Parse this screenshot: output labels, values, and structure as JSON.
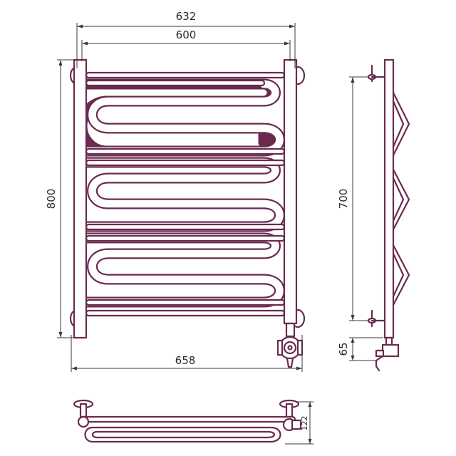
{
  "dimensions": {
    "outer_width": "632",
    "inner_width": "600",
    "total_height": "800",
    "total_width": "658",
    "mount_height": "700",
    "connection_offset": "65",
    "depth": "122"
  },
  "colors": {
    "line": "#6b2a4f",
    "dimension_line": "#3a3a3a",
    "background": "#ffffff"
  }
}
